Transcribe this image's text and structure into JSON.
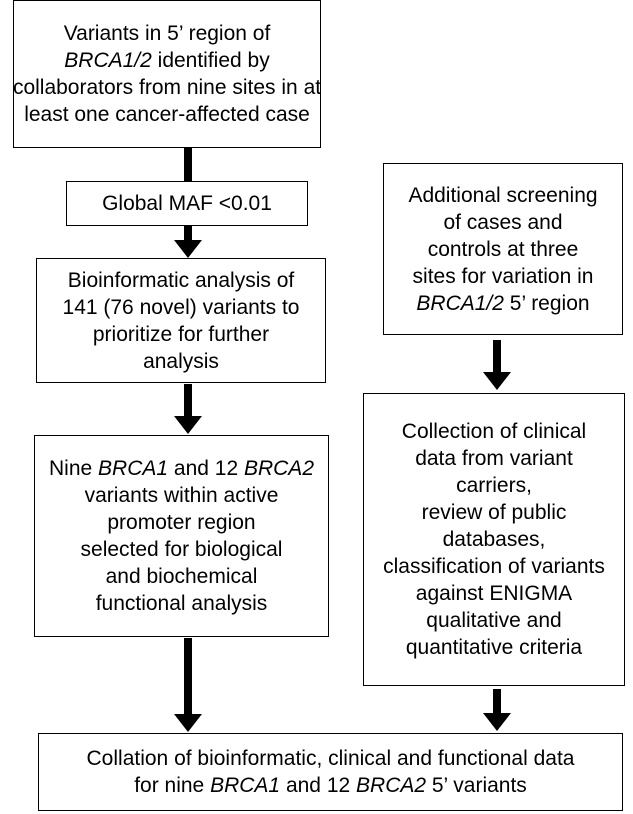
{
  "boxes": {
    "variants_identified": {
      "lines": [
        [
          {
            "t": "Variants in 5’ region of"
          }
        ],
        [
          {
            "t": "BRCA1/2",
            "i": true
          },
          {
            "t": " identified by"
          }
        ],
        [
          {
            "t": "collaborators from nine sites in at"
          }
        ],
        [
          {
            "t": "least one cancer-affected case"
          }
        ]
      ]
    },
    "global_maf": {
      "lines": [
        [
          {
            "t": "Global MAF <0.01"
          }
        ]
      ]
    },
    "bioinformatic_analysis": {
      "lines": [
        [
          {
            "t": "Bioinformatic analysis of"
          }
        ],
        [
          {
            "t": "141 (76 novel) variants to"
          }
        ],
        [
          {
            "t": "prioritize for further"
          }
        ],
        [
          {
            "t": "analysis"
          }
        ]
      ]
    },
    "selected_variants": {
      "lines": [
        [
          {
            "t": "Nine "
          },
          {
            "t": "BRCA1",
            "i": true
          },
          {
            "t": " and 12 "
          },
          {
            "t": "BRCA2",
            "i": true
          }
        ],
        [
          {
            "t": "variants within active"
          }
        ],
        [
          {
            "t": "promoter region"
          }
        ],
        [
          {
            "t": "selected for biological"
          }
        ],
        [
          {
            "t": "and biochemical"
          }
        ],
        [
          {
            "t": "functional analysis"
          }
        ]
      ]
    },
    "additional_screening": {
      "lines": [
        [
          {
            "t": "Additional screening"
          }
        ],
        [
          {
            "t": "of cases and"
          }
        ],
        [
          {
            "t": "controls at three"
          }
        ],
        [
          {
            "t": "sites for variation in"
          }
        ],
        [
          {
            "t": "BRCA1/2",
            "i": true
          },
          {
            "t": " 5’ region"
          }
        ]
      ]
    },
    "clinical_data": {
      "lines": [
        [
          {
            "t": "Collection of clinical"
          }
        ],
        [
          {
            "t": "data from variant"
          }
        ],
        [
          {
            "t": "carriers,"
          }
        ],
        [
          {
            "t": "review of public"
          }
        ],
        [
          {
            "t": "databases,"
          }
        ],
        [
          {
            "t": "classification of variants"
          }
        ],
        [
          {
            "t": "against ENIGMA"
          }
        ],
        [
          {
            "t": "qualitative and"
          }
        ],
        [
          {
            "t": "quantitative criteria"
          }
        ]
      ]
    },
    "collation": {
      "lines": [
        [
          {
            "t": "Collation of bioinformatic, clinical and functional data"
          }
        ],
        [
          {
            "t": "for nine "
          },
          {
            "t": "BRCA1",
            "i": true
          },
          {
            "t": " and 12 "
          },
          {
            "t": "BRCA2",
            "i": true
          },
          {
            "t": " 5’ variants"
          }
        ]
      ]
    }
  }
}
